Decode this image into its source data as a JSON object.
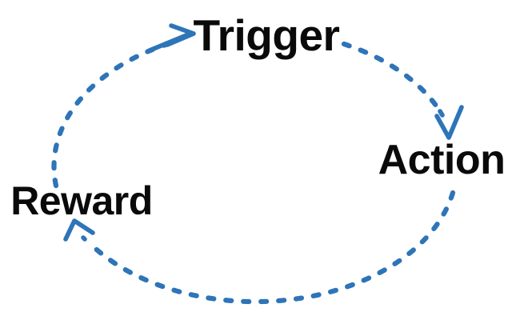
{
  "diagram": {
    "type": "cycle",
    "description": "Habit loop cycle diagram with three stages connected by dashed hand-drawn arrows",
    "nodes": [
      {
        "id": "trigger",
        "label": "Trigger"
      },
      {
        "id": "action",
        "label": "Action"
      },
      {
        "id": "reward",
        "label": "Reward"
      }
    ],
    "edges": [
      {
        "from": "trigger",
        "to": "action",
        "style": "dashed-curved-arrow"
      },
      {
        "from": "action",
        "to": "reward",
        "style": "dashed-curved-arrow"
      },
      {
        "from": "reward",
        "to": "trigger",
        "style": "dashed-curved-arrow"
      }
    ]
  },
  "colors": {
    "accent": "#2e74b8",
    "ink": "#0a0a0a",
    "background": "#ffffff"
  }
}
